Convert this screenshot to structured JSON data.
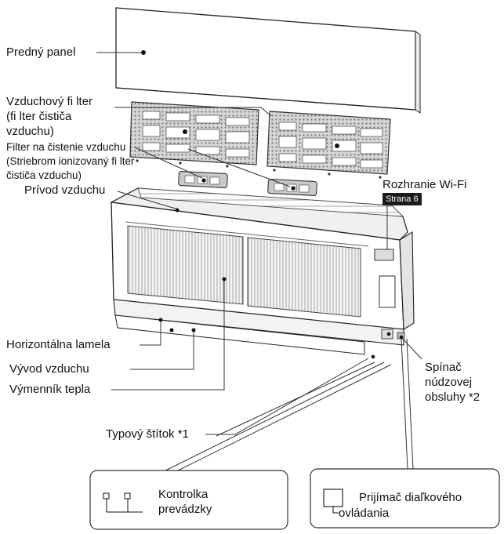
{
  "labels": {
    "front_panel": "Predný panel",
    "air_filter_1": "Vzduchový fi lter",
    "air_filter_2": "(fi lter čističa",
    "air_filter_3": "vzduchu)",
    "clean_filter_1": "Filter na čistenie vzduchu",
    "clean_filter_2": "(Striebrom ionizovaný fi lter",
    "clean_filter_3": "čističa vzduchu)",
    "air_inlet": "Prívod vzduchu",
    "wifi_interface": "Rozhranie Wi-Fi",
    "wifi_page": "Strana 6",
    "horizontal_louver": "Horizontálna lamela",
    "air_outlet": "Vývod vzduchu",
    "heat_exchanger": "Výmenník tepla",
    "emergency_switch_1": "Spínač",
    "emergency_switch_2": "núdzovej",
    "emergency_switch_3": "obsluhy *2",
    "nameplate": "Typový štítok *1",
    "operation_lamp_1": "Kontrolka",
    "operation_lamp_2": "prevádzky",
    "remote_receiver_1": "Prijímač diaľkového",
    "remote_receiver_2": "ovládania"
  }
}
